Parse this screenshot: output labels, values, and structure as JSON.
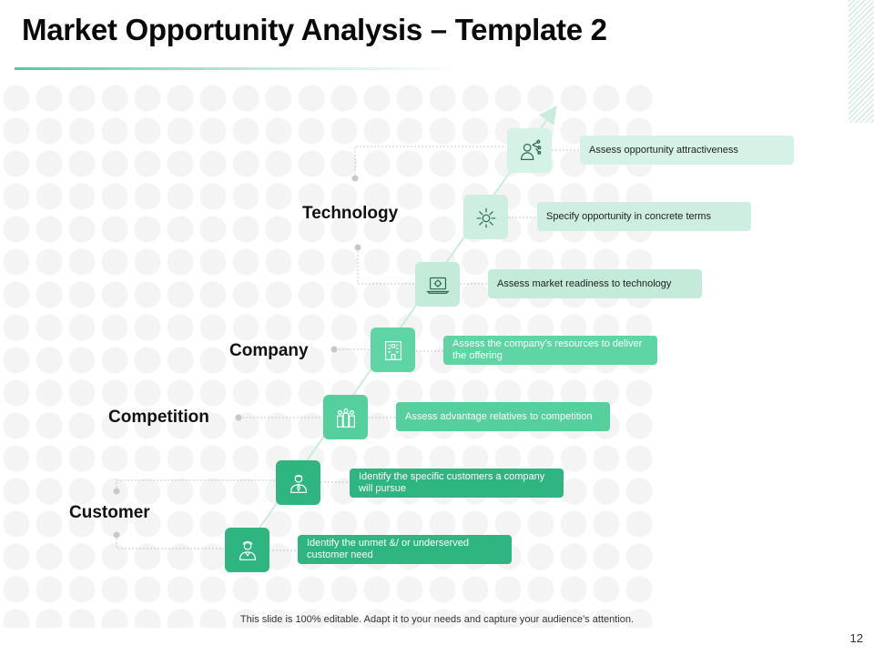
{
  "slide": {
    "title": "Market Opportunity Analysis – Template 2",
    "footer": "This slide is 100% editable. Adapt it to your needs and capture your audience’s attention.",
    "page_number": "12"
  },
  "categories": [
    {
      "label": "Technology"
    },
    {
      "label": "Company"
    },
    {
      "label": "Competition"
    },
    {
      "label": "Customer"
    }
  ],
  "steps": [
    {
      "icon": "person-network-icon",
      "text": "Assess opportunity attractiveness",
      "box_color": "#d5f2e6",
      "text_color": "#222222",
      "icon_bg": "#d5f2e6"
    },
    {
      "icon": "idea-burst-icon",
      "text": "Specify opportunity in concrete terms",
      "box_color": "#cdeee0",
      "text_color": "#222222",
      "icon_bg": "#cdeee0"
    },
    {
      "icon": "laptop-gear-icon",
      "text": "Assess market readiness to technology",
      "box_color": "#c4ebd9",
      "text_color": "#222222",
      "icon_bg": "#c4ebd9"
    },
    {
      "icon": "office-building-icon",
      "text": "Assess the company’s resources to deliver the offering",
      "box_color": "#5fd5a4",
      "text_color": "#ffffff",
      "icon_bg": "#5fd5a4"
    },
    {
      "icon": "team-podium-icon",
      "text": "Assess advantage relatives to competition",
      "box_color": "#55cf9c",
      "text_color": "#ffffff",
      "icon_bg": "#55cf9c"
    },
    {
      "icon": "businessman-icon",
      "text": "Identify the specific customers a company will pursue",
      "box_color": "#2fb57f",
      "text_color": "#ffffff",
      "icon_bg": "#2fb57f"
    },
    {
      "icon": "customer-person-icon",
      "text": "Identify the unmet &/ or underserved customer need",
      "box_color": "#2fb57f",
      "text_color": "#ffffff",
      "icon_bg": "#2fb57f"
    }
  ],
  "colors": {
    "accent": "#2fb57f",
    "accent_mid": "#55cf9c",
    "accent_light": "#d5f2e6",
    "connector": "#c8c8c8",
    "arrow": "#c9ecdd"
  }
}
